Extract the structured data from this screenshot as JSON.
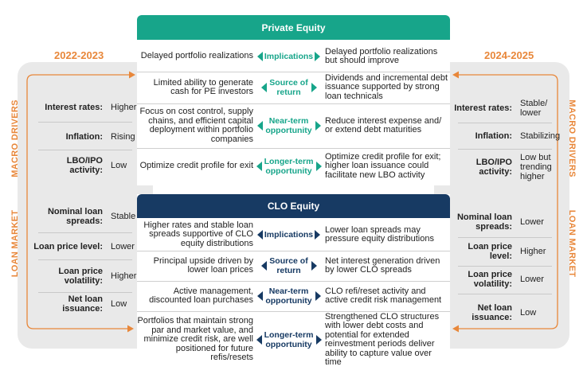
{
  "years": {
    "left": "2022-2023",
    "right": "2024-2025"
  },
  "side_labels": {
    "macro": "MACRO DRIVERS",
    "loan": "LOAN MARKET"
  },
  "left_drivers": [
    {
      "label": "Interest rates:",
      "value": "Higher"
    },
    {
      "label": "Inflation:",
      "value": "Rising"
    },
    {
      "label": "LBO/IPO activity:",
      "value": "Low"
    },
    {
      "label": "Nominal loan spreads:",
      "value": "Stable"
    },
    {
      "label": "Loan price level:",
      "value": "Lower"
    },
    {
      "label": "Loan price volatility:",
      "value": "Higher"
    },
    {
      "label": "Net loan issuance:",
      "value": "Low"
    }
  ],
  "right_drivers": [
    {
      "label": "Interest rates:",
      "value": "Stable/ lower"
    },
    {
      "label": "Inflation:",
      "value": "Stabilizing"
    },
    {
      "label": "LBO/IPO activity:",
      "value": "Low but trending higher"
    },
    {
      "label": "Nominal loan spreads:",
      "value": "Lower"
    },
    {
      "label": "Loan price level:",
      "value": "Higher"
    },
    {
      "label": "Loan price volatility:",
      "value": "Lower"
    },
    {
      "label": "Net loan issuance:",
      "value": "Low"
    }
  ],
  "private_equity": {
    "title": "Private Equity",
    "color": "#17a58a",
    "rows": [
      {
        "left": "Delayed portfolio realizations",
        "tag": "Implications",
        "right": "Delayed portfolio realizations but should improve"
      },
      {
        "left": "Limited ability to generate cash for PE investors",
        "tag": "Source of return",
        "right": "Dividends and incremental debt issuance supported by strong loan technicals"
      },
      {
        "left": "Focus on cost control, supply chains, and efficient capital deployment within portfolio companies",
        "tag": "Near-term opportunity",
        "right": "Reduce interest expense and/ or extend debt maturities"
      },
      {
        "left": "Optimize credit profile for exit",
        "tag": "Longer-term opportunity",
        "right": "Optimize credit profile for exit; higher loan issuance could facilitate new LBO activity"
      }
    ]
  },
  "clo_equity": {
    "title": "CLO Equity",
    "color": "#173a63",
    "rows": [
      {
        "left": "Higher rates and stable loan spreads supportive of CLO equity distributions",
        "tag": "Implications",
        "right": "Lower loan spreads may pressure equity distributions"
      },
      {
        "left": "Principal upside driven by lower loan prices",
        "tag": "Source of return",
        "right": "Net interest generation driven by lower CLO spreads"
      },
      {
        "left": "Active management, discounted loan purchases",
        "tag": "Near-term opportunity",
        "right": "CLO refi/reset activity and active credit risk management"
      },
      {
        "left": "Portfolios that maintain strong par and market value, and minimize credit risk, are well positioned for future refis/resets",
        "tag": "Longer-term opportunity",
        "right": "Strengthened CLO structures with lower debt costs and potential for extended reinvestment periods deliver ability to capture value over time"
      }
    ]
  },
  "colors": {
    "accent_orange": "#e8873a",
    "panel_gray": "#e9e9e9"
  }
}
